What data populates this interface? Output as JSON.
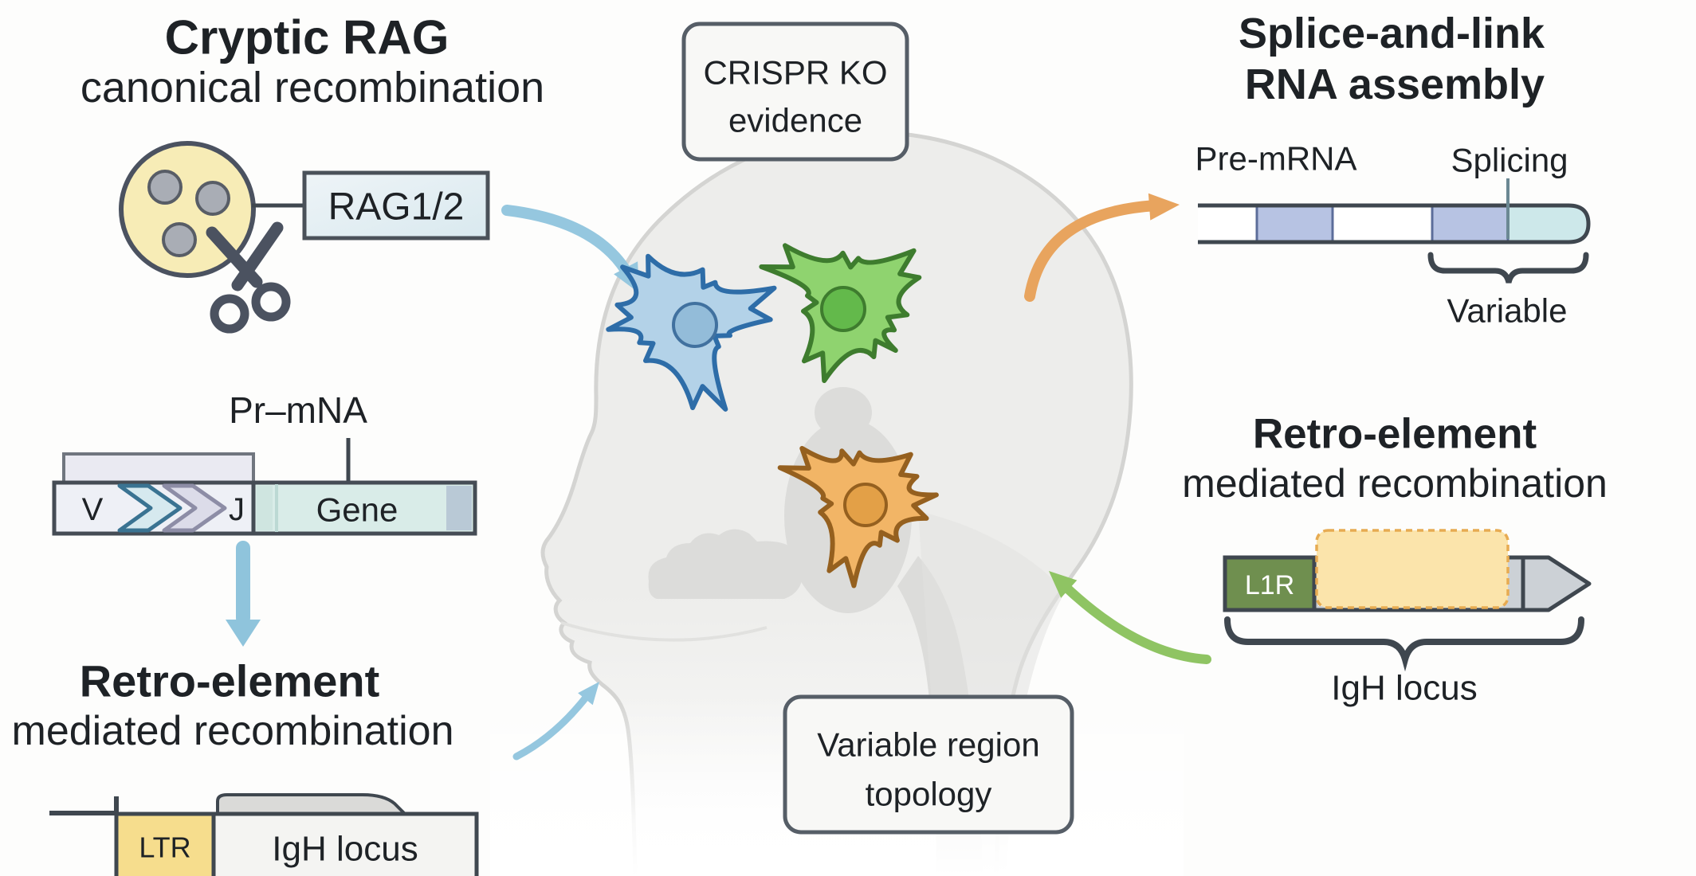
{
  "figure": {
    "left_top": {
      "title1": "Cryptic RAG",
      "title2": "canonical recombination",
      "enzyme_label": "RAG1/2"
    },
    "center": {
      "crispr_line1": "CRISPR KO",
      "crispr_line2": "evidence",
      "topology_line1": "Variable region",
      "topology_line2": "topology"
    },
    "right_top": {
      "title1": "Splice-and-link",
      "title2": "RNA assembly",
      "pre_mrna_label": "Pre-mRNA",
      "splicing_label": "Splicing",
      "variable_label": "Variable"
    },
    "left_mid": {
      "pre_mrna_label": "Pr–mNA",
      "v_label": "V",
      "j_label": "J",
      "gene_label": "Gene"
    },
    "left_bottom": {
      "title1": "Retro-element",
      "title2": "mediated recombination",
      "ltr_label": "LTR",
      "igh_label": "IgH locus"
    },
    "right_bottom": {
      "title1": "Retro-element",
      "title2": "mediated recombination",
      "l1r_label": "L1R",
      "igh_label": "IgH locus"
    }
  },
  "colors": {
    "bg": "#fdfdfc",
    "text": "#1e2226",
    "ink": "#3f474f",
    "head_fill": "#ededeb",
    "head_stroke": "#d4d4d2",
    "inner_gray": "#dcdcda",
    "yellow_circle": "#f7ecb6",
    "dot_gray": "#a9adb5",
    "dot_edge": "#585d66",
    "scissors": "#4b5260",
    "rag_box_fill": "#e4eef3",
    "callout_bg": "#f8f8f6",
    "callout_border": "#565e67",
    "exon_lavender": "#b7c3e3",
    "exon_border": "#5c6d9a",
    "teal_cap": "#cde8ea",
    "vj_left_fill": "#eef0f6",
    "gene_fill": "#d9ece8",
    "gene_strip": "#bcd9d4",
    "end_cap": "#b9c9d6",
    "chevron1_fill": "#d6e9ef",
    "chevron1_stroke": "#3a7392",
    "chevron2_fill": "#dcdce9",
    "chevron2_stroke": "#8d8da6",
    "overlay_fill": "#eaeaf2",
    "overlay_border": "#70767f",
    "ltr_yellow": "#f6dd8d",
    "igh_fill": "#f4f4f2",
    "flap_fill": "#dadad8",
    "l1r_green": "#6f8f4f",
    "bar_gray": "#ccd1d6",
    "retro_yellow": "#fbe4ab",
    "retro_yellow_border": "#e7ab52",
    "splice_tick": "#6b8893"
  },
  "neurons": [
    {
      "name": "blue-neuron",
      "fill": "#b3d2e8",
      "stroke": "#2e6da8",
      "nucleus_fill": "#93bcd9",
      "nucleus_stroke": "#41719f"
    },
    {
      "name": "green-neuron",
      "fill": "#8fd36f",
      "stroke": "#3e7c2e",
      "nucleus_fill": "#63b94b",
      "nucleus_stroke": "#3e7c2e"
    },
    {
      "name": "orange-neuron",
      "fill": "#f2b566",
      "stroke": "#95601f",
      "nucleus_fill": "#e3a047",
      "nucleus_stroke": "#95601f"
    }
  ],
  "arrows": [
    {
      "name": "blue-arrow-top",
      "color": "#95c7df"
    },
    {
      "name": "blue-arrow-bottom",
      "color": "#95c7df"
    },
    {
      "name": "blue-down-arrow",
      "color": "#8fc4dc"
    },
    {
      "name": "orange-arrow",
      "color": "#e8a45e"
    },
    {
      "name": "green-arrow",
      "color": "#8fc463"
    }
  ]
}
